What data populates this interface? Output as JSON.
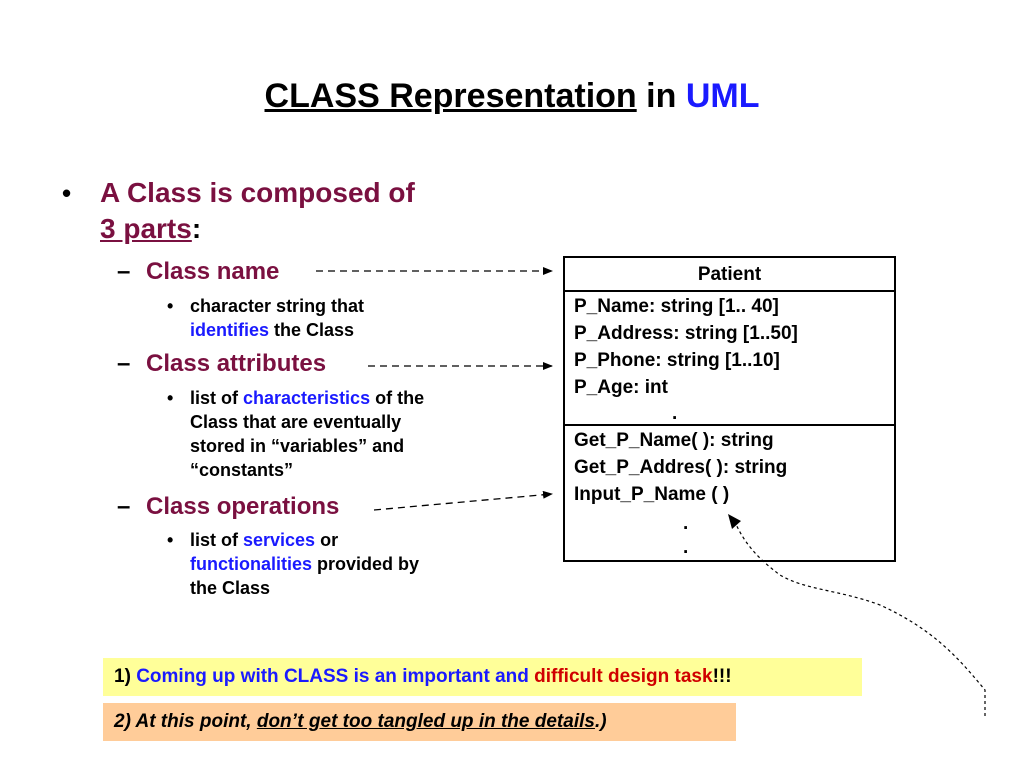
{
  "title": {
    "main": "CLASS Representation",
    "connector": " in ",
    "uml": "UML"
  },
  "bullets": {
    "dot": "•",
    "dash": "–",
    "main_line1": "A Class is composed of",
    "main_line2_underlined": "3 parts",
    "main_line2_tail": ":",
    "class_name": {
      "label": "Class name",
      "desc_1": "character string that",
      "desc_2_highlight": "identifies",
      "desc_2_tail": " the Class"
    },
    "class_attributes": {
      "label": "Class attributes",
      "desc_1_head": "list of ",
      "desc_1_highlight": "characteristics",
      "desc_1_tail": " of the",
      "desc_2": "Class that are eventually",
      "desc_3": "stored in “variables” and",
      "desc_4": "“constants”"
    },
    "class_operations": {
      "label": "Class operations",
      "desc_1_head": "list of ",
      "desc_1_highlight": "services",
      "desc_1_tail": " or",
      "desc_2_highlight": "functionalities",
      "desc_2_tail": " provided by",
      "desc_3": "the Class"
    }
  },
  "uml_box": {
    "name": "Patient",
    "attributes": [
      "P_Name: string [1.. 40]",
      "P_Address: string [1..50]",
      "P_Phone: string [1..10]",
      "P_Age: int"
    ],
    "attr_ellipsis": ".",
    "operations": [
      "Get_P_Name( ): string",
      "Get_P_Addres( ): string",
      "Input_P_Name ( )"
    ],
    "op_ellipsis_1": ".",
    "op_ellipsis_2": "."
  },
  "notes": {
    "note1_prefix": "1) ",
    "note1_blue": "Coming up with CLASS is an important and ",
    "note1_red": "difficult design task",
    "note1_suffix": "!!!",
    "note2_head": "2) At this point, ",
    "note2_underlined": "don’t get too tangled up in the details",
    "note2_tail": ".)"
  },
  "colors": {
    "heading_maroon": "#7a1040",
    "highlight_blue": "#1a1aff",
    "highlight_red": "#d00000",
    "note1_bg": "#ffff99",
    "note2_bg": "#ffcc99"
  }
}
